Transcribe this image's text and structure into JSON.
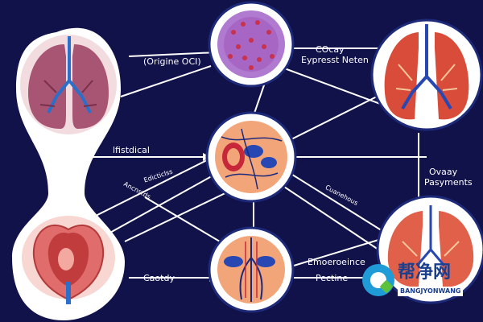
{
  "labels": {
    "top_left": "(Origine OCI)",
    "top_right_1": "COcay",
    "top_right_2": "Eypresst Neten",
    "mid_left": "lfistdical",
    "mid_left_small_1": "Edicticlss",
    "mid_left_small_2": "Ancnstds",
    "right_1": "Ovaay",
    "right_2": "Pasyments",
    "mid_right_small": "Cuanehous",
    "bottom_left": "Caotdy",
    "bottom_right_1": "Emoeroeince",
    "bottom_right_2": "Pectine"
  },
  "watermark": {
    "cn": "帮净网",
    "en": "BANGJYONWANG"
  },
  "colors": {
    "background": "#12124a",
    "line": "#ffffff",
    "node_fill": "#ffffff",
    "node_ring": "#1d2a7a"
  },
  "icons": {
    "lungs_left": "lungs-icon",
    "cell_top": "cell-icon",
    "lungs_right": "lungs-icon",
    "heart_bottom_left": "heart-icon",
    "vessel_center": "vessel-icon",
    "vessel_bottom": "vessel-icon",
    "lungs_bottom_right": "lungs-icon"
  }
}
